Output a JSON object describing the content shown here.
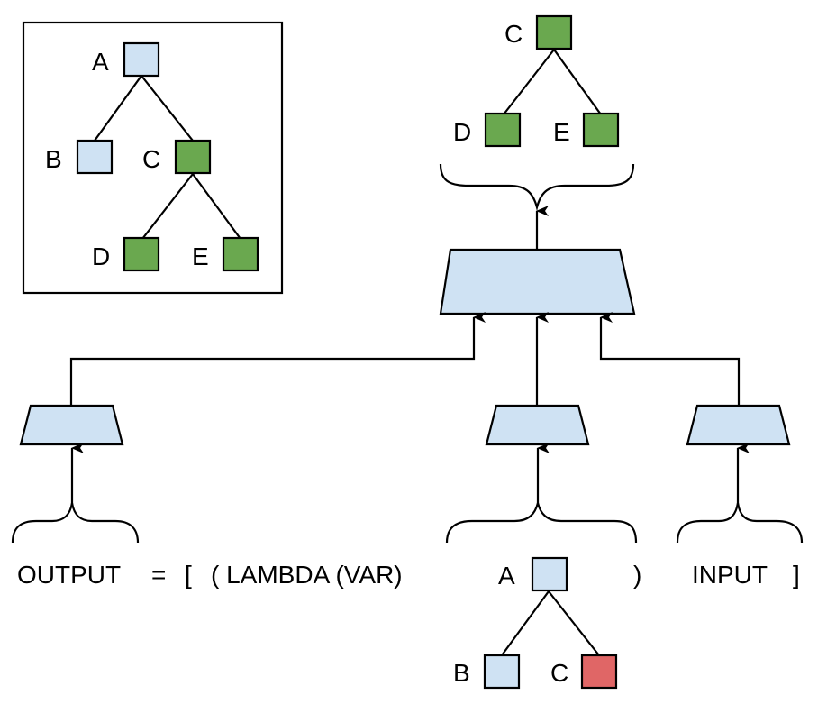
{
  "colors": {
    "node_blue": "#cfe2f3",
    "node_green": "#6aa84f",
    "node_red": "#e06666",
    "encoder_fill": "#cfe2f3",
    "stroke": "#000000"
  },
  "legend_tree": {
    "nodes": [
      {
        "label": "A",
        "color": "blue"
      },
      {
        "label": "B",
        "color": "blue"
      },
      {
        "label": "C",
        "color": "green"
      },
      {
        "label": "D",
        "color": "green"
      },
      {
        "label": "E",
        "color": "green"
      }
    ]
  },
  "output_tree": {
    "nodes": [
      {
        "label": "C",
        "color": "green"
      },
      {
        "label": "D",
        "color": "green"
      },
      {
        "label": "E",
        "color": "green"
      }
    ]
  },
  "input_tree": {
    "nodes": [
      {
        "label": "A",
        "color": "blue"
      },
      {
        "label": "B",
        "color": "blue"
      },
      {
        "label": "C",
        "color": "red"
      }
    ]
  },
  "expression": {
    "output": "OUTPUT",
    "equals": "=",
    "open_bracket": "[",
    "lambda": "( LAMBDA (VAR)",
    "close_paren": ")",
    "input": "INPUT",
    "close_bracket": "]"
  }
}
